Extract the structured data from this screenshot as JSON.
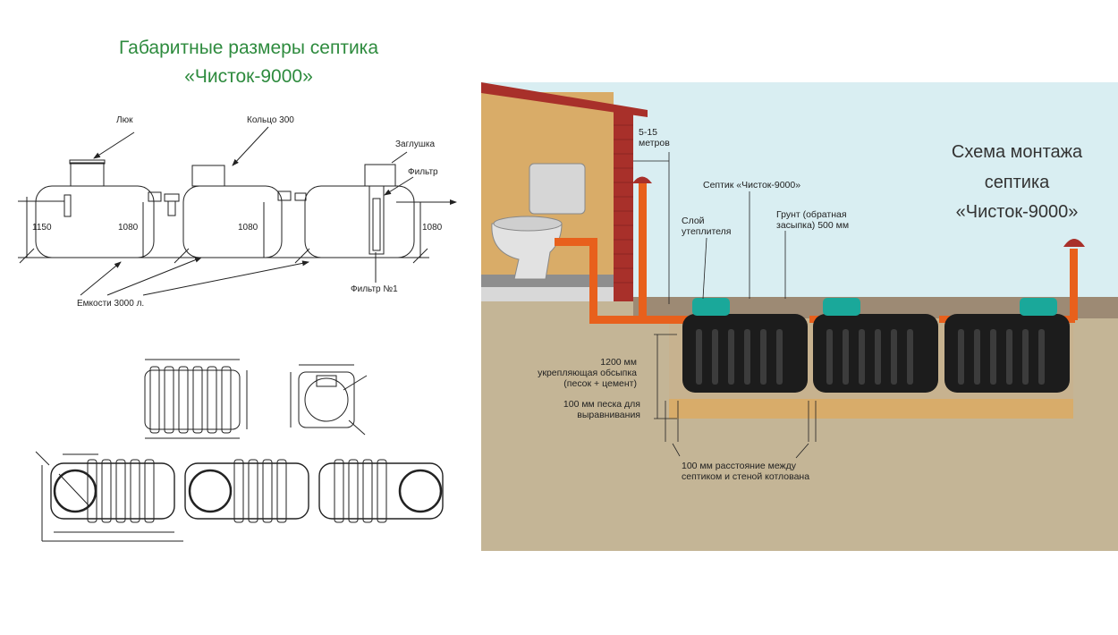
{
  "left": {
    "title_line1": "Габаритные размеры септика",
    "title_line2": "«Чисток-9000»",
    "labels": {
      "hatch": "Люк",
      "ring": "Кольцо 300",
      "plug": "Заглушка",
      "filter": "Фильтр",
      "filter_n1": "Фильтр №1",
      "tanks": "Емкости 3000 л.",
      "h1": "1150",
      "h2": "1080",
      "h3": "1080",
      "h4": "1080"
    }
  },
  "right": {
    "title_line1": "Схема монтажа",
    "title_line2": "септика",
    "title_line3": "«Чисток-9000»",
    "labels": {
      "distance_value": "5-15",
      "distance_unit": "метров",
      "septic": "Септик  «Чисток-9000»",
      "insulation_1": "Слой",
      "insulation_2": "утеплителя",
      "soil_1": "Грунт (обратная",
      "soil_2": "засыпка) 500 мм",
      "backfill_1": "1200 мм",
      "backfill_2": "укрепляющая обсыпка",
      "backfill_3": "(песок + цемент)",
      "sand_1": "100 мм песка для",
      "sand_2": "выравнивания",
      "gap_1": "100 мм расстояние между",
      "gap_2": "септиком и стеной котлована"
    }
  },
  "colors": {
    "title_green": "#2e8b3e",
    "sky": "#d9eef2",
    "house": "#d9ac68",
    "brick": "#a8302a",
    "pipe": "#e8601c",
    "hatch_teal": "#1aa89a",
    "tank": "#1c1c1c",
    "sand": "#d8ac6a",
    "ground": "#c4b596"
  }
}
